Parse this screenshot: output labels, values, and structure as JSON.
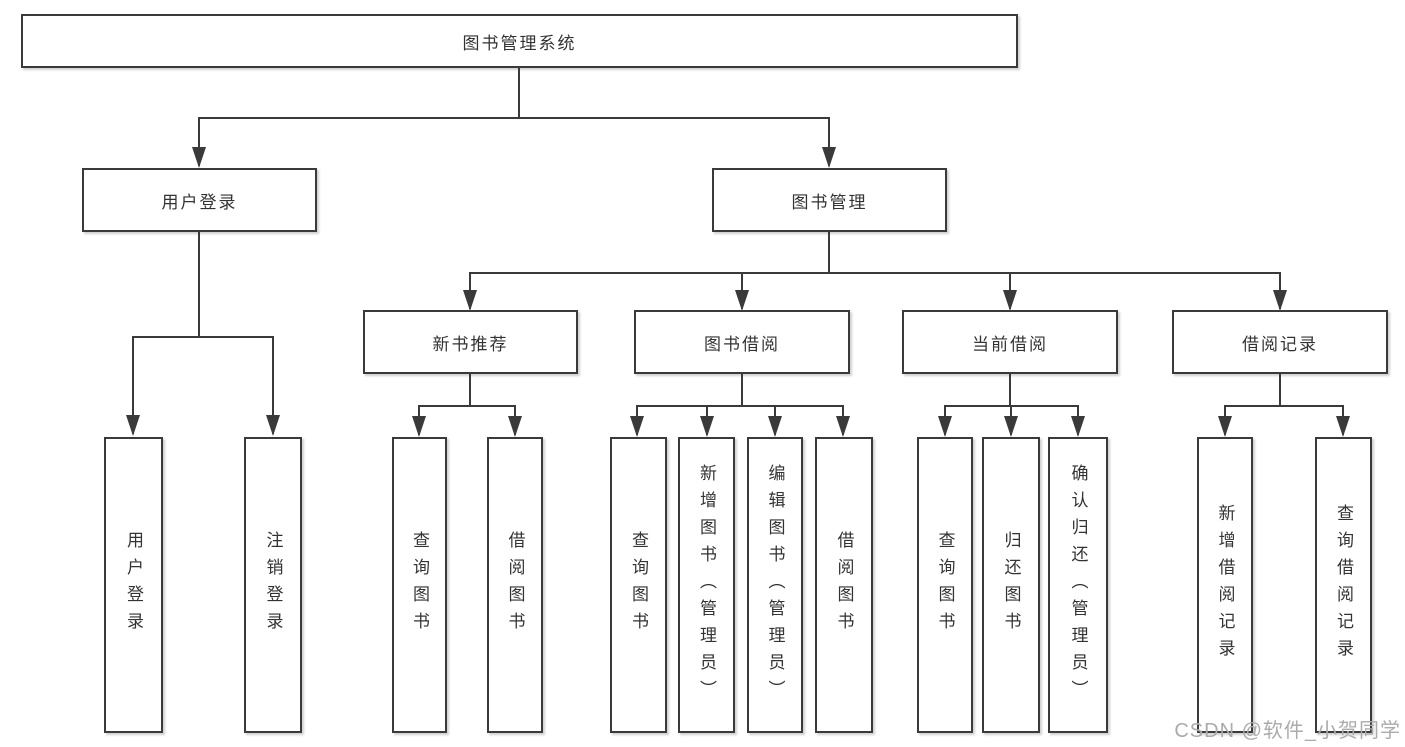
{
  "diagram": {
    "title": "图书管理系统",
    "level2": {
      "user_login": "用户登录",
      "book_mgmt": "图书管理"
    },
    "level3": {
      "new_book_rec": "新书推荐",
      "book_borrow": "图书借阅",
      "current_borrow": "当前借阅",
      "borrow_records": "借阅记录"
    },
    "leaves": {
      "login": "用户登录",
      "logout": "注销登录",
      "rec_query_book": "查询图书",
      "rec_borrow_book": "借阅图书",
      "bb_query_book": "查询图书",
      "bb_add_book": "新增图书（管理员）",
      "bb_edit_book": "编辑图书（管理员）",
      "bb_borrow_book": "借阅图书",
      "cb_query_book": "查询图书",
      "cb_return_book": "归还图书",
      "cb_confirm_return": "确认归还（管理员）",
      "br_add_record": "新增借阅记录",
      "br_query_record": "查询借阅记录"
    }
  },
  "watermark": "CSDN @软件_小贺同学",
  "colors": {
    "line": "#3a3a3a",
    "text": "#333333",
    "background": "#ffffff",
    "watermark": "#ababab"
  }
}
